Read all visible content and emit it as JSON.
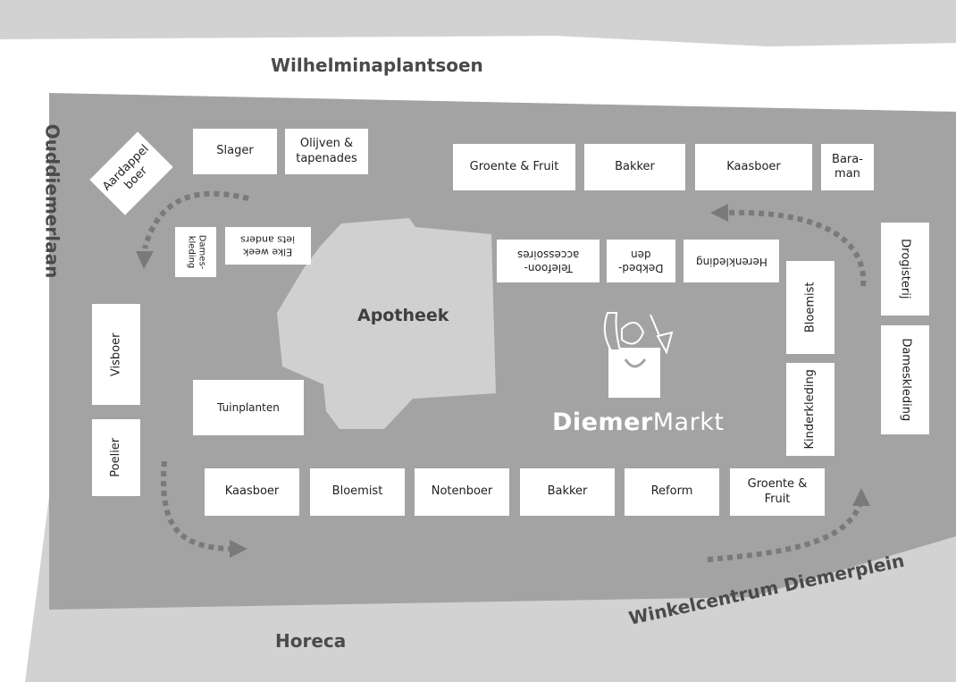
{
  "colors": {
    "outer_area": "#d2d2d2",
    "road": "#ffffff",
    "market_area": "#a3a3a3",
    "apotheek_building": "#d0d0d0",
    "stall": "#ffffff",
    "arrow": "#7a7a7a"
  },
  "roads": {
    "top": "Wilhelminaplantsoen",
    "left": "Ouddiemerlaan",
    "bottom_left": "Horeca",
    "bottom_right": "Winkelcentrum Diemerplein"
  },
  "building": {
    "name": "Apotheek"
  },
  "brand": {
    "bold": "Diemer",
    "light": "Markt",
    "logo_icon": "shopping-bag-with-bread-and-fish-icon"
  },
  "stalls": {
    "aardappelboer": "Aardappel\nboer",
    "slager": "Slager",
    "olijven": "Olijven &\ntapenades",
    "groente_top": "Groente & Fruit",
    "bakker_top": "Bakker",
    "kaasboer_top": "Kaasboer",
    "baraman": "Bara-\nman",
    "dameskleding_small": "Dames-\nkleding",
    "elke_week": "Elke week\niets anders",
    "telefoon": "Telefoon-\naccessoires",
    "dekbedden": "Dekbed-\nden",
    "herenkleding": "Herenkleding",
    "drogisterij": "Drogisterij",
    "bloemist_right": "Bloemist",
    "kinderkleding": "Kinderkleding",
    "dameskleding_right": "Dameskleding",
    "visboer": "Visboer",
    "poelier": "Poelier",
    "tuinplanten": "Tuinplanten",
    "kaasboer_bottom": "Kaasboer",
    "bloemist_bottom": "Bloemist",
    "notenboer": "Notenboer",
    "bakker_bottom": "Bakker",
    "reform": "Reform",
    "groente_bottom": "Groente &\nFruit"
  },
  "arrows": [
    "walking-direction-arrow",
    "walking-direction-arrow",
    "walking-direction-arrow",
    "walking-direction-arrow",
    "walking-direction-arrow"
  ]
}
